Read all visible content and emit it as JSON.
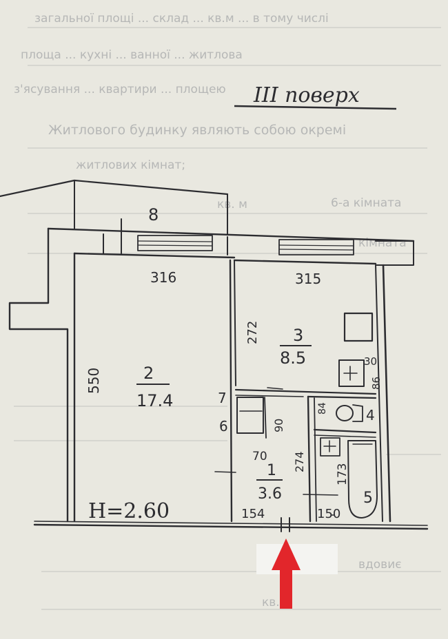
{
  "plan": {
    "floor_title": "III поверх",
    "rooms": [
      {
        "id": "1",
        "area": "3.6"
      },
      {
        "id": "2",
        "area": "17.4"
      },
      {
        "id": "3",
        "area": "8.5"
      },
      {
        "id": "4",
        "area": ""
      },
      {
        "id": "5",
        "area": ""
      },
      {
        "id": "6",
        "area": ""
      },
      {
        "id": "7",
        "area": ""
      },
      {
        "id": "8",
        "area": ""
      }
    ],
    "dimensions": {
      "room2_width": "316",
      "room2_length": "550",
      "room3_width": "315",
      "room3_length": "272",
      "corridor_width": "154",
      "bath_width": "150",
      "bath_length": "173",
      "corridor_length": "274",
      "closet_a": "90",
      "closet_b": "70",
      "wc_width": "86",
      "wc_dim": "30",
      "wc_small": "84"
    },
    "ceiling_height": "H=2.60"
  },
  "background_text": {
    "line1": "загальної площі ... склад ... кв.м ... в тому числі",
    "line2": "площа ... кухні ... ванної ... житлова",
    "line3": "з'ясування ... квартири ... площею",
    "line4": "Житлового будинку являють собою окремі",
    "line5": "житлових кімнат;",
    "line6": "кв. м",
    "line7": "6-а кімната",
    "line8": "кімната",
    "line9": "вдовиє",
    "line10": "кв."
  },
  "colors": {
    "paper": "#e9e8e0",
    "ink": "#2c2c30",
    "ghost": "#a3a5a6",
    "arrow": "#e2262b"
  }
}
